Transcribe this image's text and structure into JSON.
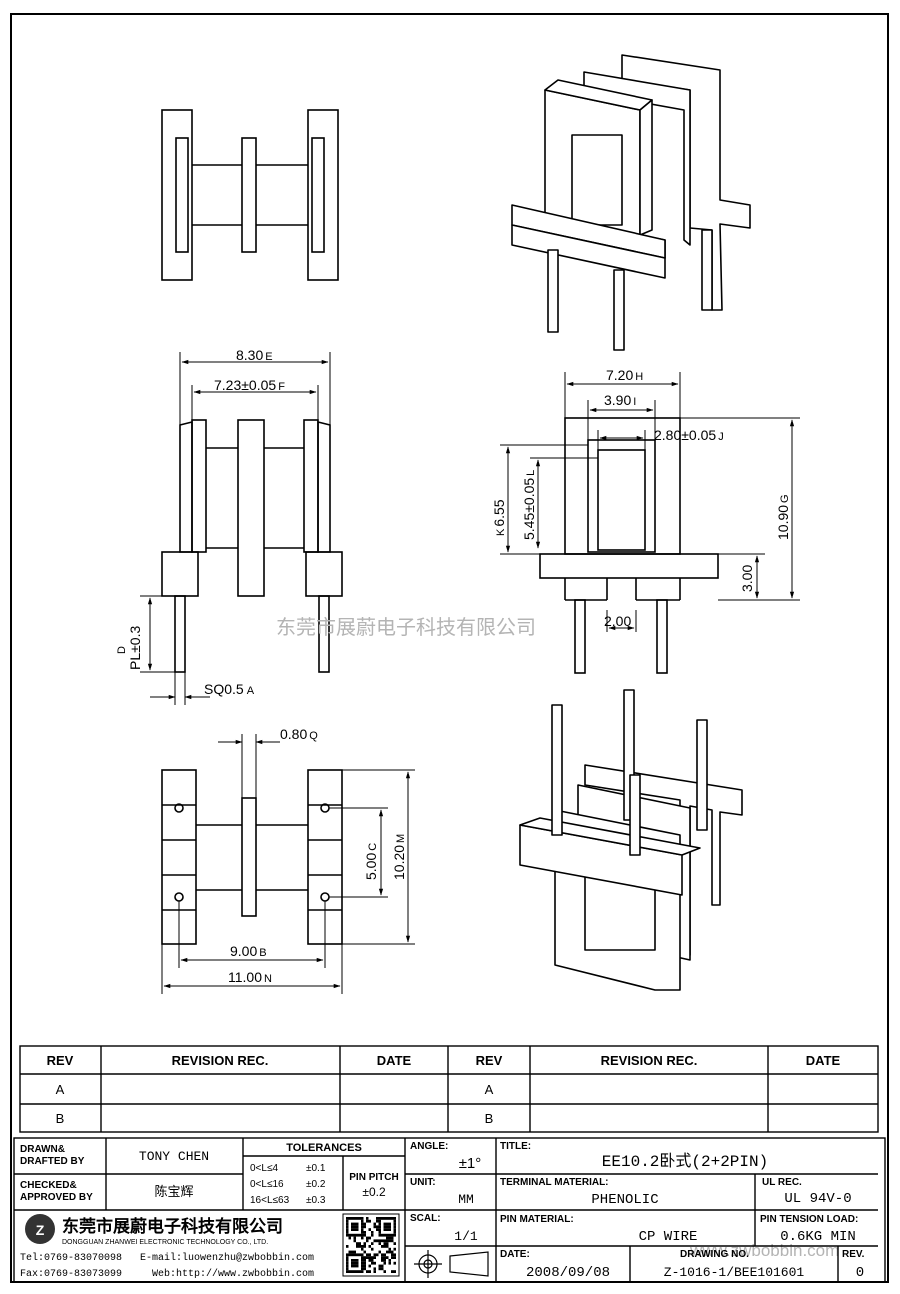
{
  "dimensions": {
    "top_width": "8.30",
    "top_width_tag": "E",
    "inner_width": "7.23±0.05",
    "inner_width_tag": "F",
    "pin_length": "PL±0.3",
    "pin_length_tag": "D",
    "pin_square": "SQ0.5",
    "pin_square_tag": "A",
    "side_width": "7.20",
    "side_width_tag": "H",
    "window_width": "3.90",
    "window_width_tag": "I",
    "center_width": "2.80±0.05",
    "center_width_tag": "J",
    "overall_height": "10.90",
    "overall_height_tag": "G",
    "flange_height": "6.55",
    "flange_height_tag": "K",
    "window_height": "5.45±0.05",
    "window_height_tag": "L",
    "base_height": "3.00",
    "pin_gap": "2.00",
    "flange_thickness": "0.80",
    "flange_thickness_tag": "Q",
    "pin_row_pitch": "5.00",
    "pin_row_pitch_tag": "C",
    "bottom_length": "10.20",
    "bottom_length_tag": "M",
    "pin_span": "9.00",
    "pin_span_tag": "B",
    "bottom_width": "11.00",
    "bottom_width_tag": "N"
  },
  "watermark": "东莞市展蔚电子科技有限公司",
  "watermark_url": "www.zwbobbin.com",
  "revision_table": {
    "headers": [
      "REV",
      "REVISION REC.",
      "DATE",
      "REV",
      "REVISION REC.",
      "DATE"
    ],
    "rows": [
      [
        "A",
        "",
        "",
        "A",
        "",
        ""
      ],
      [
        "B",
        "",
        "",
        "B",
        "",
        ""
      ]
    ]
  },
  "title_block": {
    "drawn_label": "DRAWN&\nDRAFTED BY",
    "drawn_by": "TONY CHEN",
    "checked_label": "CHECKED&\nAPPROVED BY",
    "checked_by": "陈宝辉",
    "tolerances_label": "TOLERANCES",
    "tol_rows": [
      {
        "range": "0<L≤4",
        "tol": "±0.1"
      },
      {
        "range": "0<L≤16",
        "tol": "±0.2"
      },
      {
        "range": "16<L≤63",
        "tol": "±0.3"
      }
    ],
    "pin_pitch_label": "PIN PITCH",
    "pin_pitch_tol": "±0.2",
    "angle_label": "ANGLE:",
    "angle_value": "±1°",
    "unit_label": "UNIT:",
    "unit_value": "MM",
    "scale_label": "SCAL:",
    "scale_value": "1/1",
    "title_label": "TITLE:",
    "title_value": "EE10.2卧式(2+2PIN)",
    "terminal_label": "TERMINAL MATERIAL:",
    "terminal_value": "PHENOLIC",
    "ul_label": "UL REC.",
    "ul_value": "UL 94V-0",
    "pin_material_label": "PIN MATERIAL:",
    "pin_material_value": "CP WIRE",
    "tension_label": "PIN TENSION LOAD:",
    "tension_value": "0.6KG MIN",
    "date_label": "DATE:",
    "date_value": "2008/09/08",
    "drawing_label": "DRAWING NO.",
    "drawing_value": "Z-1016-1/BEE101601",
    "rev_label": "REV.",
    "rev_value": "0",
    "company_cn": "东莞市展蔚电子科技有限公司",
    "company_en": "DONGGUAN ZHANWEI ELECTRONIC TECHNOLOGY CO., LTD.",
    "tel": "Tel:0769-83070098",
    "email": "E-mail:luowenzhu@zwbobbin.com",
    "fax": "Fax:0769-83073099",
    "web": "Web:http://www.zwbobbin.com"
  }
}
